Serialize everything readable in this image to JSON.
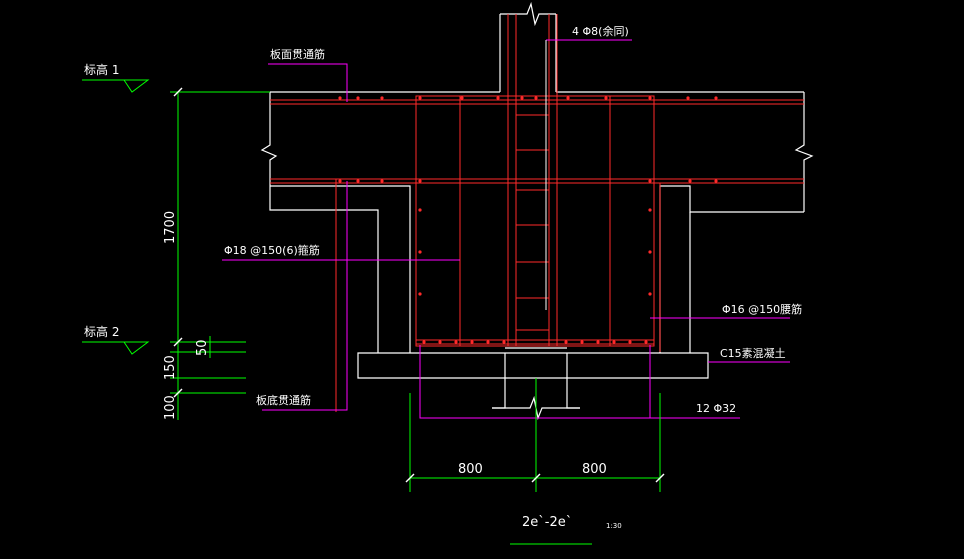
{
  "drawing": {
    "title": "2e`-2e`",
    "scale": "1:30",
    "elevation_top": "标高 1",
    "elevation_bottom": "标高 2",
    "dim_total_height": "1700",
    "dim_50": "50",
    "dim_150": "150",
    "dim_100": "100",
    "dim_left_width": "800",
    "dim_right_width": "800",
    "label_top_rebar": "板面贯通筋",
    "label_bottom_rebar": "板底贯通筋",
    "label_column_rebar": "4 Φ8(余同)",
    "label_stirrup": "Φ18 @150(6)箍筋",
    "label_waist_rebar": "Φ16 @150腰筋",
    "label_concrete": "C15素混凝土",
    "label_main_rebar": "12 Φ32"
  },
  "colors": {
    "background": "#000000",
    "concrete_outline": "#ffffff",
    "rebar": "#ff2a2a",
    "leader": "#ff00ff",
    "dimension": "#00ff00",
    "text": "#ffffff"
  }
}
